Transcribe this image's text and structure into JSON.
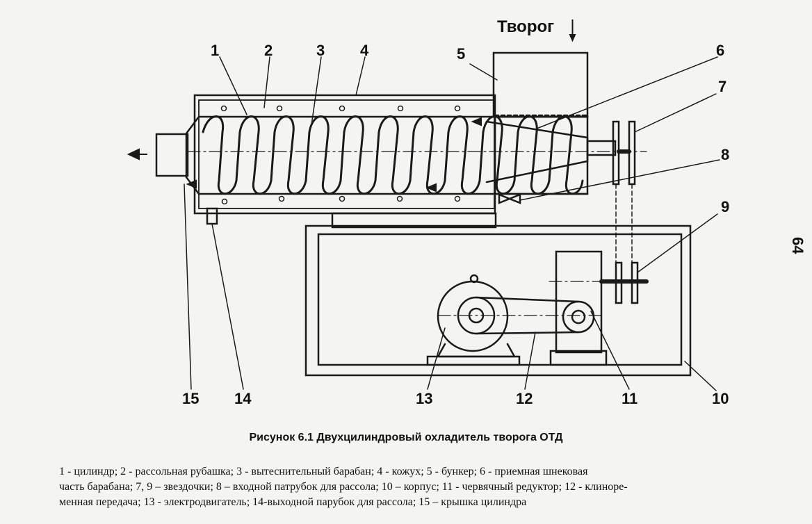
{
  "labels": {
    "input": "Творог",
    "n1": "1",
    "n2": "2",
    "n3": "3",
    "n4": "4",
    "n5": "5",
    "n6": "6",
    "n7": "7",
    "n8": "8",
    "n9": "9",
    "n10": "10",
    "n11": "11",
    "n12": "12",
    "n13": "13",
    "n14": "14",
    "n15": "15"
  },
  "page_number": "64",
  "caption": "Рисунок 6.1  Двухцилиндровый охладитель творога ОТД",
  "legend": [
    "1 - цилиндр;  2 - рассольная  рубашка;  3 - вытеснительный   барабан;   4 - кожух;   5 - бункер; 6 - приемная шнековая",
    "часть барабана; 7, 9 – звездочки; 8 – входной  патрубок  для  рассола; 10 – корпус; 11 - червячный   редуктор; 12 - клиноре-",
    "менная   передача; 13 - электродвигатель; 14-выходной парубок для рассола; 15 – крышка цилиндра"
  ]
}
